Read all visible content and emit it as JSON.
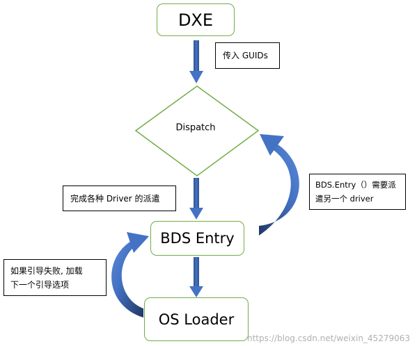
{
  "colors": {
    "node_border": "#70ad47",
    "arrow_fill": "#4472c4",
    "arrow_dark": "#2f528f",
    "note_border": "#000000"
  },
  "nodes": {
    "dxe": "DXE",
    "dispatch": "Dispatch",
    "bds_entry": "BDS Entry",
    "os_loader": "OS Loader"
  },
  "notes": {
    "pass_guids": "传入 GUIDs",
    "finish_drivers": "完成各种 Driver 的派遣",
    "bds_dispatch_line1": "BDS.Entry（）需要派",
    "bds_dispatch_line2": "遣另一个 driver",
    "boot_fail_line1": "如果引导失败, 加载",
    "boot_fail_line2": "下一个引导选项"
  },
  "watermark": "https://blog.csdn.net/weixin_45279063"
}
